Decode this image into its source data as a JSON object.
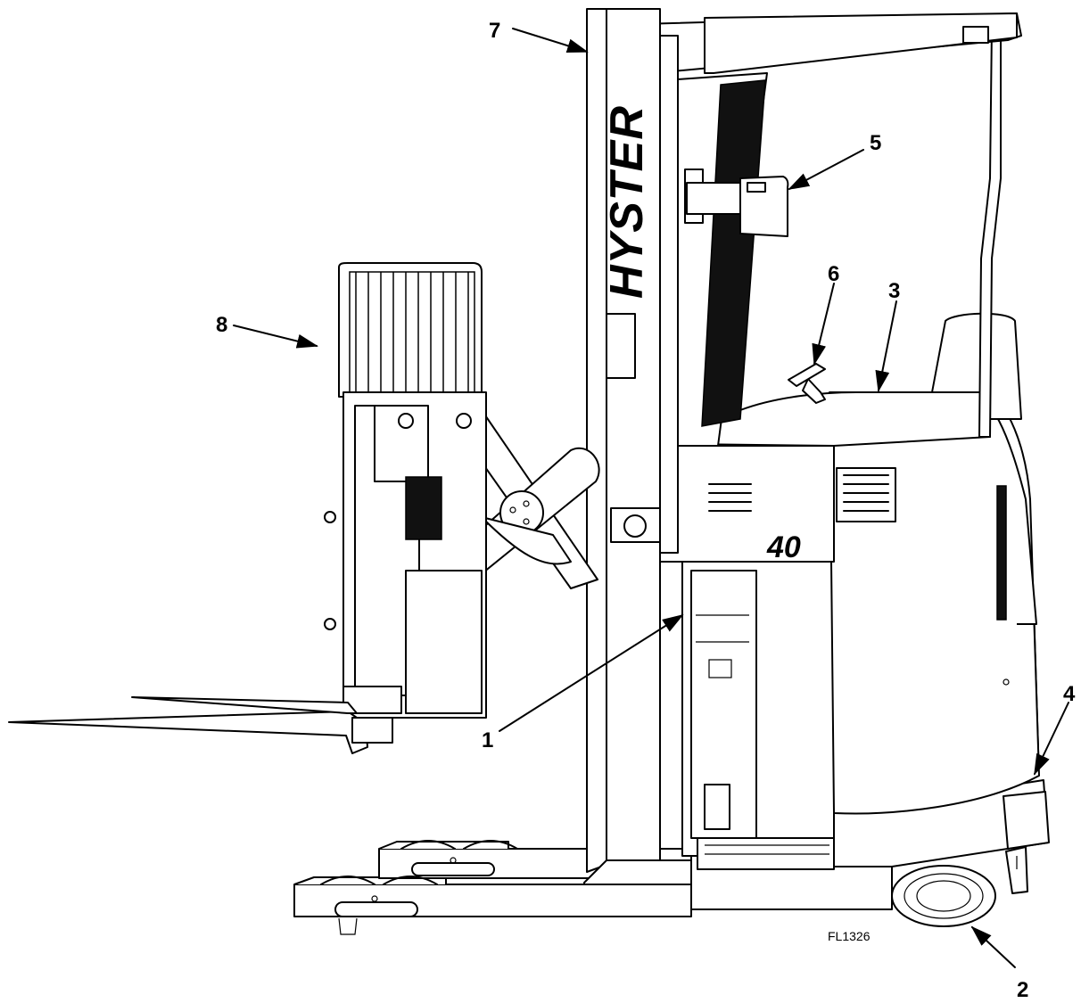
{
  "figure": {
    "brand_text": "HYSTER",
    "model_text": "40",
    "figure_code": "FL1326"
  },
  "callouts": [
    {
      "id": "1",
      "label": "1"
    },
    {
      "id": "2",
      "label": "2"
    },
    {
      "id": "3",
      "label": "3"
    },
    {
      "id": "4",
      "label": "4"
    },
    {
      "id": "5",
      "label": "5"
    },
    {
      "id": "6",
      "label": "6"
    },
    {
      "id": "7",
      "label": "7"
    },
    {
      "id": "8",
      "label": "8"
    }
  ]
}
